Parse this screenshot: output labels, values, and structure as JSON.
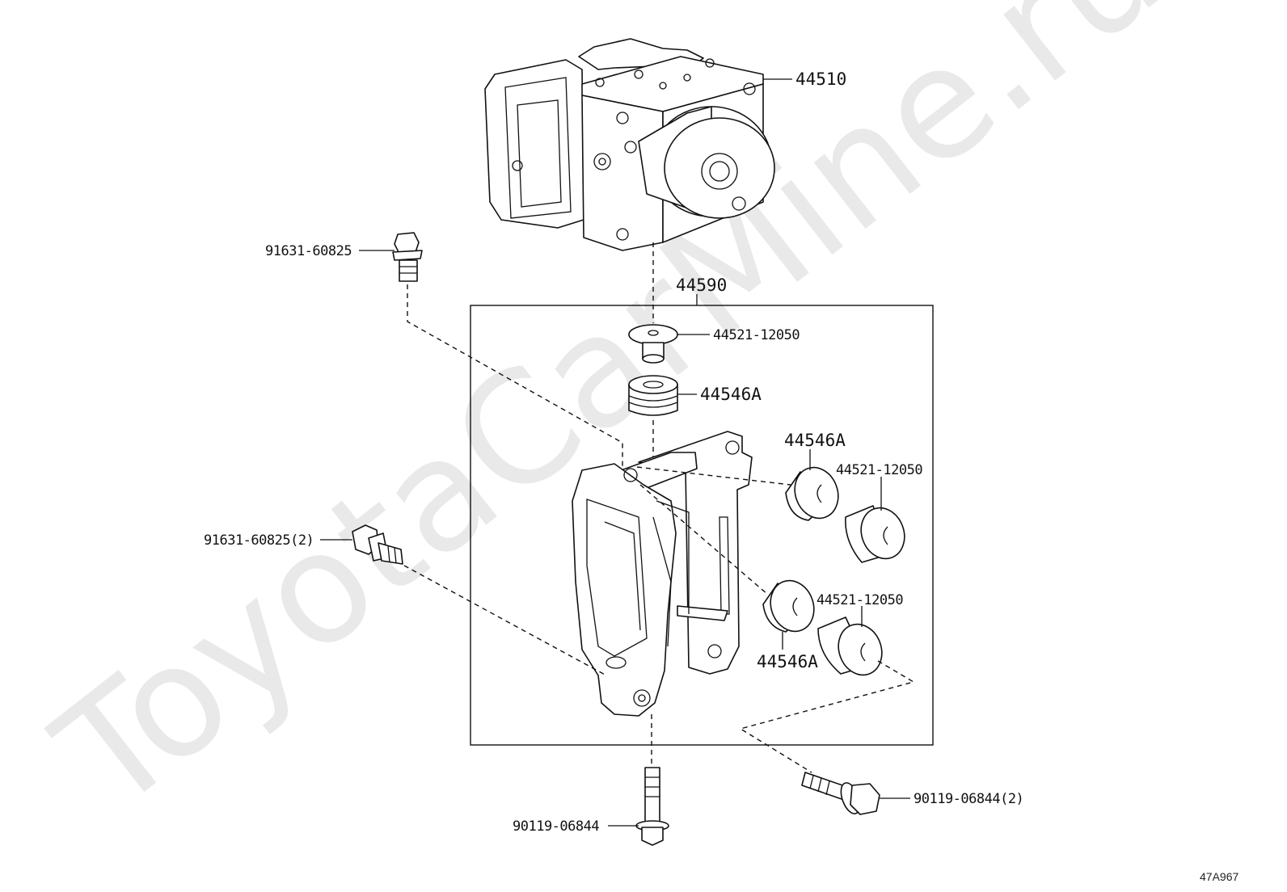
{
  "watermark": "ToyotaCarMine.ru",
  "diagram_code": "47A967",
  "labels": {
    "actuator": "44510",
    "bracket_assy": "44590",
    "bolt_top": "91631-60825",
    "bolt_side": "91631-60825(2)",
    "collar_top": "44521-12050",
    "cushion_top": "44546A",
    "cushion_right_upper": "44546A",
    "collar_right_upper": "44521-12050",
    "collar_right_lower": "44521-12050",
    "cushion_right_lower": "44546A",
    "bolt_bottom": "90119-06844",
    "bolt_bottom_right": "90119-06844(2)"
  }
}
